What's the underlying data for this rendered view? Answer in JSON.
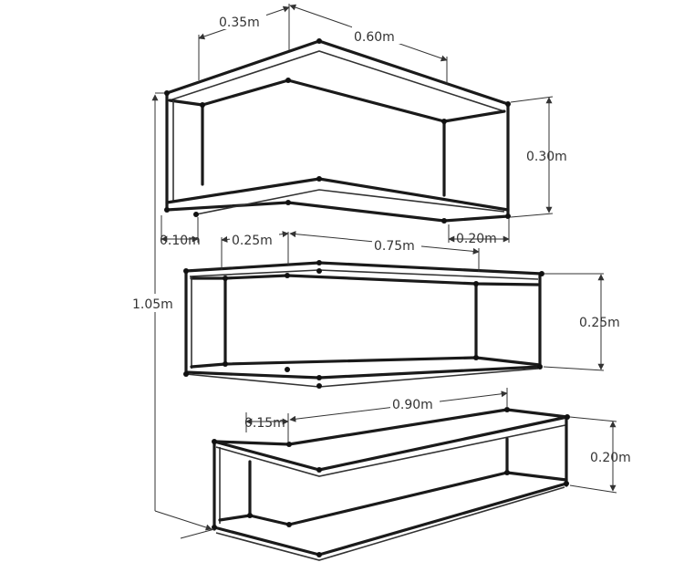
{
  "title": "Three-tier metal frame shelf dimensions",
  "dimensions": {
    "top_depth": "0.35m",
    "top_width": "0.60m",
    "top_height": "0.30m",
    "top_offset_left": "0.10m",
    "top_offset_right": "0.20m",
    "total_height": "1.05m",
    "middle_depth": "0.25m",
    "middle_width": "0.75m",
    "middle_height": "0.25m",
    "bottom_depth": "0.15m",
    "bottom_width": "0.90m",
    "bottom_height": "0.20m"
  },
  "colors": {
    "line": "#1a1a1a",
    "dimension": "#333333"
  }
}
